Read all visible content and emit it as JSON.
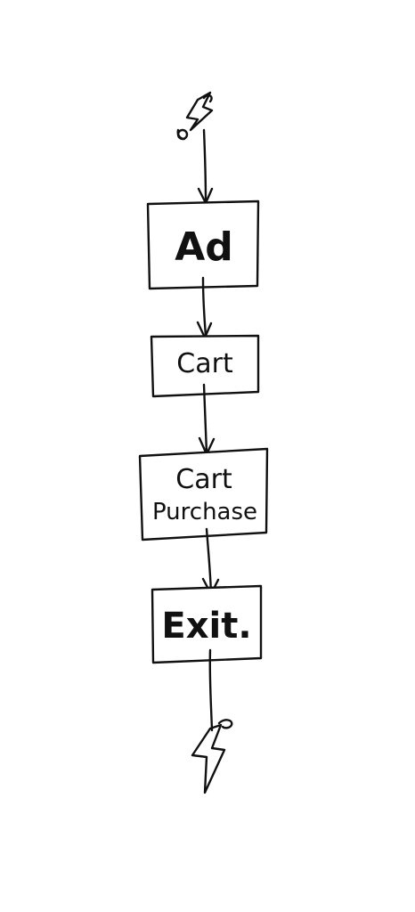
{
  "nodes": [
    {
      "id": "ad",
      "lines": [
        "Ad"
      ]
    },
    {
      "id": "cart",
      "lines": [
        "Cart"
      ]
    },
    {
      "id": "cart-purchase",
      "lines": [
        "Cart",
        "Purchase"
      ]
    },
    {
      "id": "exit",
      "lines": [
        "Exit."
      ]
    }
  ],
  "icons": {
    "start": "lightning-bolt-icon",
    "end": "lightning-bolt-icon"
  },
  "colors": {
    "ink": "#111111",
    "background": "#ffffff"
  }
}
